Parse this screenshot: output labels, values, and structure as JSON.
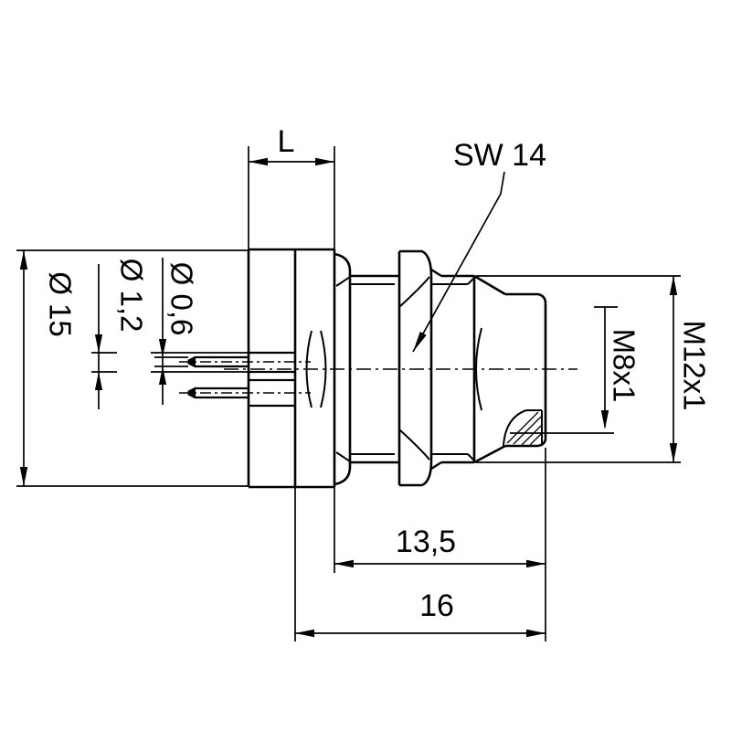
{
  "diagram": {
    "labels": {
      "length": "L",
      "wrench_size": "SW 14",
      "outer_diameter": "Ø 15",
      "pin_diameter_large": "Ø 1,2",
      "pin_diameter_small": "Ø 0,6",
      "front_thread": "M8x1",
      "mount_thread": "M12x1",
      "thread_length": "13,5",
      "total_length": "16"
    },
    "colors": {
      "line": "#000000",
      "background": "#ffffff"
    }
  }
}
